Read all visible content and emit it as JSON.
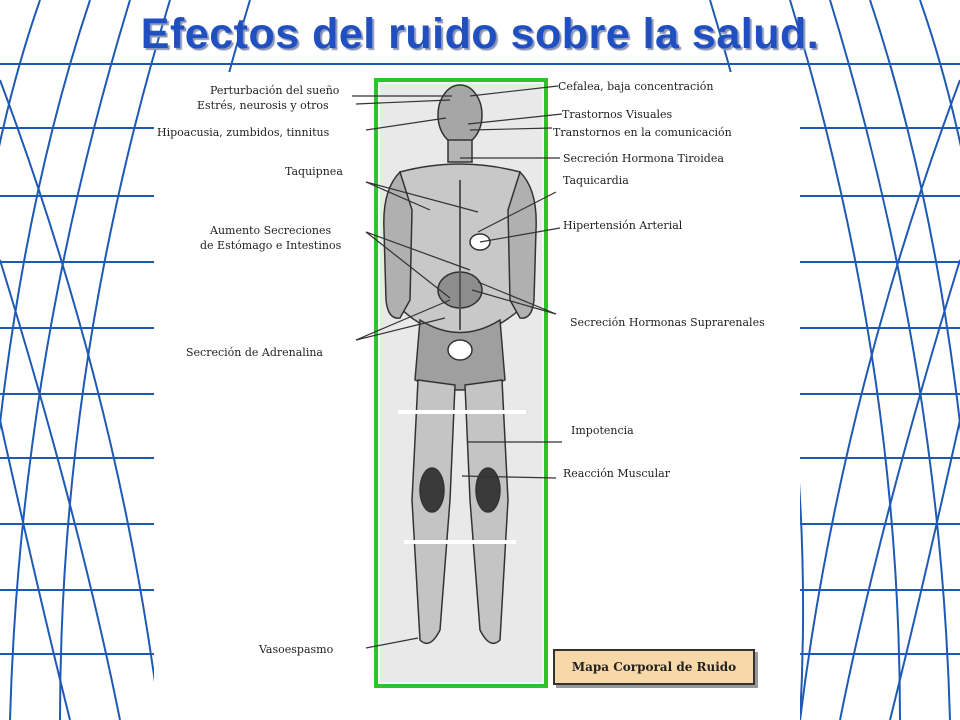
{
  "title": "Efectos del ruido sobre la salud.",
  "labels_left": [
    {
      "id": "sueno",
      "text": "Perturbación del sueño"
    },
    {
      "id": "estres",
      "text": "Estrés, neurosis y otros"
    },
    {
      "id": "hipoacusia",
      "text": "Hipoacusia, zumbidos, tinnitus"
    },
    {
      "id": "taquipnea",
      "text": "Taquipnea"
    },
    {
      "id": "secreciones-1",
      "text": "Aumento Secreciones"
    },
    {
      "id": "secreciones-2",
      "text": "de Estómago e Intestinos"
    },
    {
      "id": "adrenalina",
      "text": "Secreción de Adrenalina"
    },
    {
      "id": "vasoespasmo",
      "text": "Vasoespasmo"
    }
  ],
  "labels_right": [
    {
      "id": "cefalea",
      "text": "Cefalea, baja concentración"
    },
    {
      "id": "visuales",
      "text": "Trastornos Visuales"
    },
    {
      "id": "comunicacion",
      "text": "Transtornos en la comunicación"
    },
    {
      "id": "tiroidea",
      "text": "Secreción Hormona Tiroidea"
    },
    {
      "id": "taquicardia",
      "text": "Taquicardia"
    },
    {
      "id": "hipertension",
      "text": "Hipertensión Arterial"
    },
    {
      "id": "suprarrenales",
      "text": "Secreción Hormonas Suprarenales"
    },
    {
      "id": "impotencia",
      "text": "Impotencia"
    },
    {
      "id": "muscular",
      "text": "Reacción Muscular"
    }
  ],
  "legend": "Mapa Corporal de Ruido",
  "colors": {
    "title": "#1f4fc0",
    "grid": "#1e5ab4",
    "frame": "#2ec22e",
    "legend_bg": "#f7d8a8"
  },
  "icons": [
    "globe-grid-background",
    "human-body-figure"
  ]
}
